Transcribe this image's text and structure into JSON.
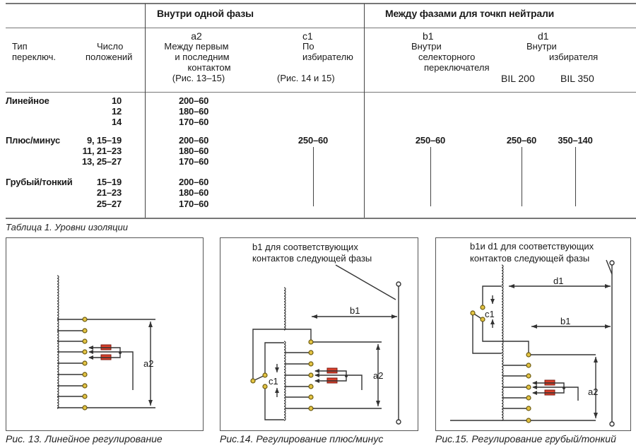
{
  "table": {
    "group_headers": {
      "within_phase": "Внутри  одной фазы",
      "between_phases": "Между  фазами для точкп нейтрали"
    },
    "columns": {
      "type": [
        "Тип",
        "переключ."
      ],
      "positions": [
        "Число",
        "положений"
      ],
      "a2": [
        "a2",
        "Между первым",
        "и последним",
        "контактом",
        "(Рис. 13–15)"
      ],
      "c1": [
        "c1",
        "По",
        "избирателю",
        "(Рис. 14 и 15)"
      ],
      "b1": [
        "b1",
        "Внутри",
        "селекторного",
        "переключателя"
      ],
      "d1": [
        "d1",
        "Внутри",
        "избирателя"
      ],
      "bil200": "BIL 200",
      "bil350": "BIL 350"
    },
    "groups": [
      {
        "type": "Линейное",
        "positions": [
          "10",
          "12",
          "14"
        ],
        "a2": [
          "200–60",
          "180–60",
          "170–60"
        ]
      },
      {
        "type": "Плюс/минус",
        "positions": [
          "9, 15–19",
          "11, 21–23",
          "13, 25–27"
        ],
        "a2": [
          "200–60",
          "180–60",
          "170–60"
        ],
        "c1": "250–60",
        "b1": "250–60",
        "d1_bil200": "250–60",
        "d1_bil350": "350–140"
      },
      {
        "type": "Грубый/тонкий",
        "positions": [
          "15–19",
          "21–23",
          "25–27"
        ],
        "a2": [
          "200–60",
          "180–60",
          "170–60"
        ]
      }
    ],
    "caption": "Таблица 1. Уровни изоляции"
  },
  "figures": [
    {
      "caption": "Рис. 13. Линейное регулирование",
      "labels": {
        "a2": "a2"
      }
    },
    {
      "caption": "Рис.14. Регулирование плюс/минус",
      "note": [
        "b1 для соответствующих",
        "контактов следующей фазы"
      ],
      "labels": {
        "a2": "a2",
        "b1": "b1",
        "c1": "c1"
      }
    },
    {
      "caption": "Рис.15. Регулирование грубый/тонкий",
      "note": [
        "b1и  d1 для соответствующих",
        "контактов следующей  фазы"
      ],
      "labels": {
        "a2": "a2",
        "b1": "b1",
        "c1": "c1",
        "d1": "d1"
      }
    }
  ],
  "colors": {
    "contact": "#e3c343",
    "resistor": "#d9402b",
    "line": "#333333"
  }
}
